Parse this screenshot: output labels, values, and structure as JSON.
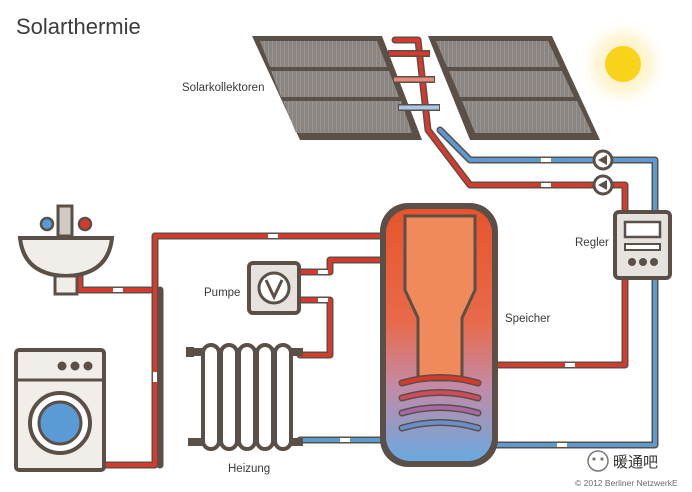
{
  "title": "Solarthermie",
  "labels": {
    "collectors": "Solarkollektoren",
    "controller": "Regler",
    "pump": "Pumpe",
    "storage": "Speicher",
    "heating": "Heizung"
  },
  "copyright": "© 2012 Berliner NetzwerkE",
  "watermark": "暖通吧",
  "colors": {
    "hot": "#d8392b",
    "cold": "#5b9bd5",
    "outline": "#5a5048",
    "sun": "#f9d21a",
    "sun_glow": "#fdf3c8",
    "tank_top": "#e8542d",
    "tank_bottom": "#6aa9df"
  },
  "icons": [
    "sun-icon",
    "sink-icon",
    "washing-machine-icon",
    "radiator-icon",
    "pump-icon",
    "controller-icon",
    "storage-tank-icon",
    "solar-collector-icon"
  ]
}
